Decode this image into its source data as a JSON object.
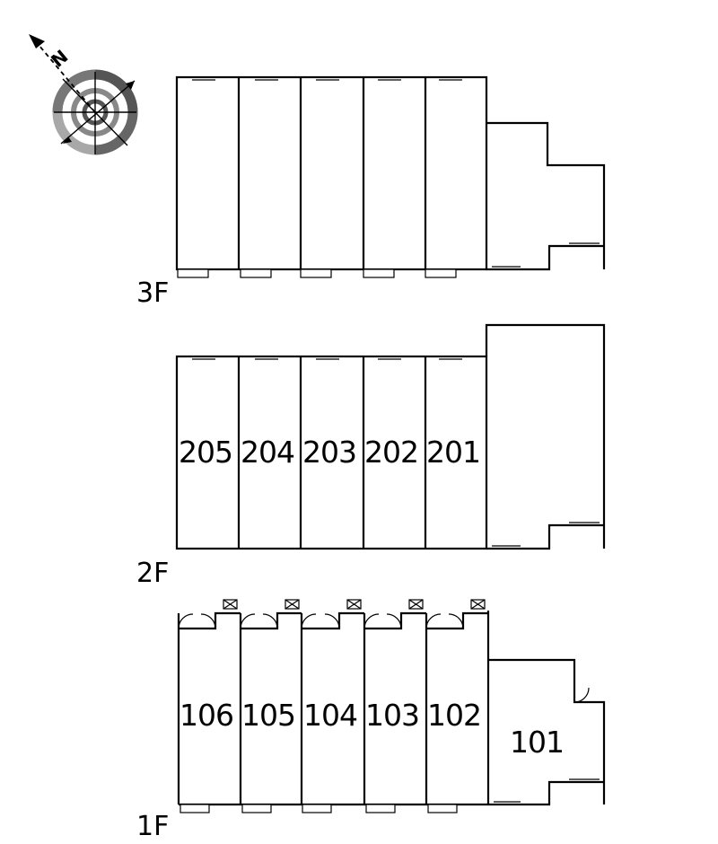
{
  "compass": {
    "north_letter": "N",
    "icon": "compass-rose-icon"
  },
  "floors": [
    {
      "id": "3F",
      "label": "3F",
      "units": []
    },
    {
      "id": "2F",
      "label": "2F",
      "units": [
        "205",
        "204",
        "203",
        "202",
        "201"
      ]
    },
    {
      "id": "1F",
      "label": "1F",
      "units": [
        "106",
        "105",
        "104",
        "103",
        "102",
        "101"
      ]
    }
  ],
  "colors": {
    "line": "#000000",
    "background": "#ffffff",
    "compass_dark": "#555555",
    "compass_light": "#aaaaaa"
  }
}
